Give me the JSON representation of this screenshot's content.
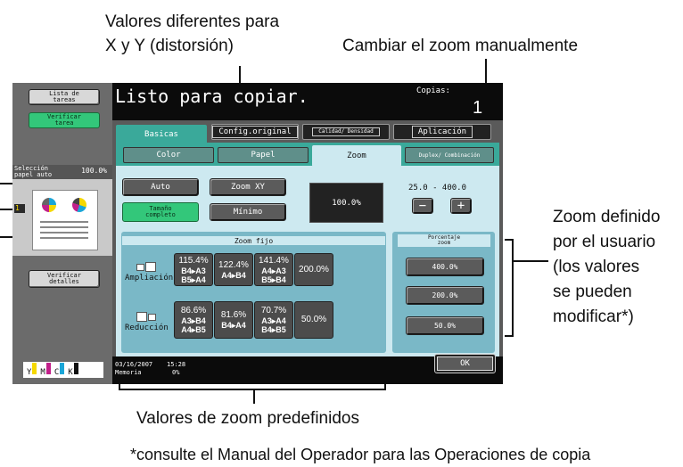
{
  "callouts": {
    "top_left_line1": "Valores diferentes para",
    "top_left_line2": "X y Y (distorsión)",
    "top_right": "Cambiar el zoom manualmente",
    "right_line1": "Zoom definido",
    "right_line2": "por el usuario",
    "right_line3": "(los valores",
    "right_line4": "se pueden",
    "right_line5": "modificar*)",
    "bottom": "Valores de zoom predefinidos",
    "footnote": "*consulte el Manual del Operador para las Operaciones de copia"
  },
  "left_panel": {
    "job_list_line1": "Lista de",
    "job_list_line2": "tareas",
    "check_job_line1": "Verificar",
    "check_job_line2": "tarea",
    "selection_line1": "Selección",
    "selection_line2": "papel auto",
    "selection_pct": "100.0%",
    "tray_badge": "1",
    "check_details_line1": "Verificar",
    "check_details_line2": "detalles"
  },
  "toner": [
    "Y",
    "M",
    "C",
    "K"
  ],
  "colors": {
    "yellow": "#f5d800",
    "magenta": "#c2208a",
    "cyan": "#1aa6d8",
    "black": "#111111",
    "teal_active": "#3aa99a",
    "panel": "#cde9f0",
    "green_button": "#33c77a"
  },
  "header": {
    "title": "Listo para copiar.",
    "copies_label": "Copias:",
    "copies_value": "1"
  },
  "tabs": [
    "Basicas",
    "Config.original",
    "Calidad/ Densidad",
    "Aplicación"
  ],
  "subtabs": [
    "Color",
    "Papel",
    "Zoom",
    "Duplex/ Combinación"
  ],
  "zoom": {
    "auto": "Auto",
    "zoom_xy": "Zoom XY",
    "full_size_line1": "Tamaño",
    "full_size_line2": "completo",
    "minimal": "Mínimo",
    "display": "100.0%",
    "range": "25.0  -  400.0",
    "minus": "−",
    "plus": "+"
  },
  "fixed_zoom": {
    "label": "Zoom fijo",
    "enlarge_label": "Ampliación",
    "reduce_label": "Reducción",
    "enlarge": [
      {
        "pct": "115.4%",
        "size": "B4▸A3 B5▸A4"
      },
      {
        "pct": "122.4%",
        "size": "A4▸B4"
      },
      {
        "pct": "141.4%",
        "size": "A4▸A3 B5▸B4"
      },
      {
        "pct": "200.0%",
        "size": ""
      }
    ],
    "reduce": [
      {
        "pct": "86.6%",
        "size": "A3▸B4 A4▸B5"
      },
      {
        "pct": "81.6%",
        "size": "B4▸A4"
      },
      {
        "pct": "70.7%",
        "size": "A3▸A4 B4▸B5"
      },
      {
        "pct": "50.0%",
        "size": ""
      }
    ]
  },
  "user_zoom": {
    "label_line1": "Porcentaje",
    "label_line2": "zoom",
    "values": [
      "400.0%",
      "200.0%",
      "50.0%"
    ]
  },
  "footer": {
    "date": "03/16/2007",
    "time": "15:28",
    "memory_label": "Memoria",
    "memory_pct": "0%",
    "ok": "OK"
  }
}
